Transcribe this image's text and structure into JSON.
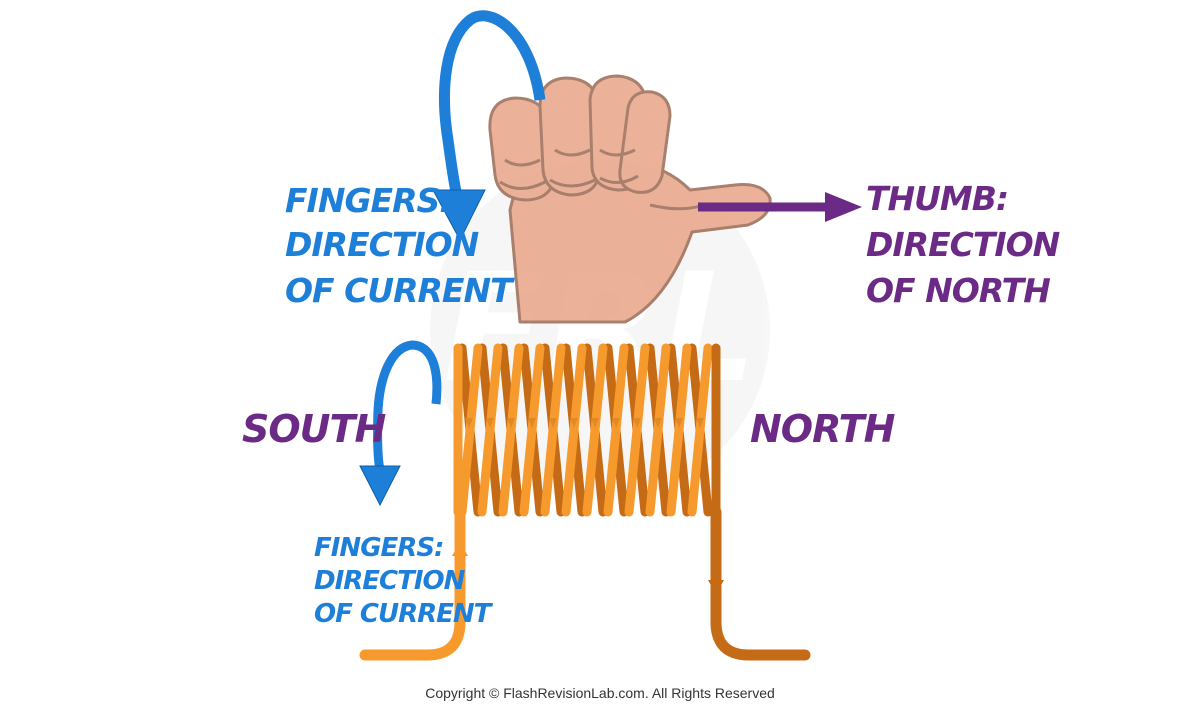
{
  "labels": {
    "fingers_top": [
      "FINGERS:",
      "DIRECTION",
      "OF CURRENT"
    ],
    "thumb": [
      "THUMB:",
      "DIRECTION",
      "OF NORTH"
    ],
    "south": "SOUTH",
    "north": "NORTH",
    "fingers_bottom": [
      "FINGERS:",
      "DIRECTION",
      "OF CURRENT"
    ]
  },
  "copyright": "Copyright © FlashRevisionLab.com. All Rights Reserved",
  "colors": {
    "blue": "#1e7fd8",
    "purple": "#6b2a85",
    "orange": "#f79a2e",
    "copper": "#c56b16",
    "skin": "#e9a588",
    "skin_stroke": "#9b6a55"
  }
}
